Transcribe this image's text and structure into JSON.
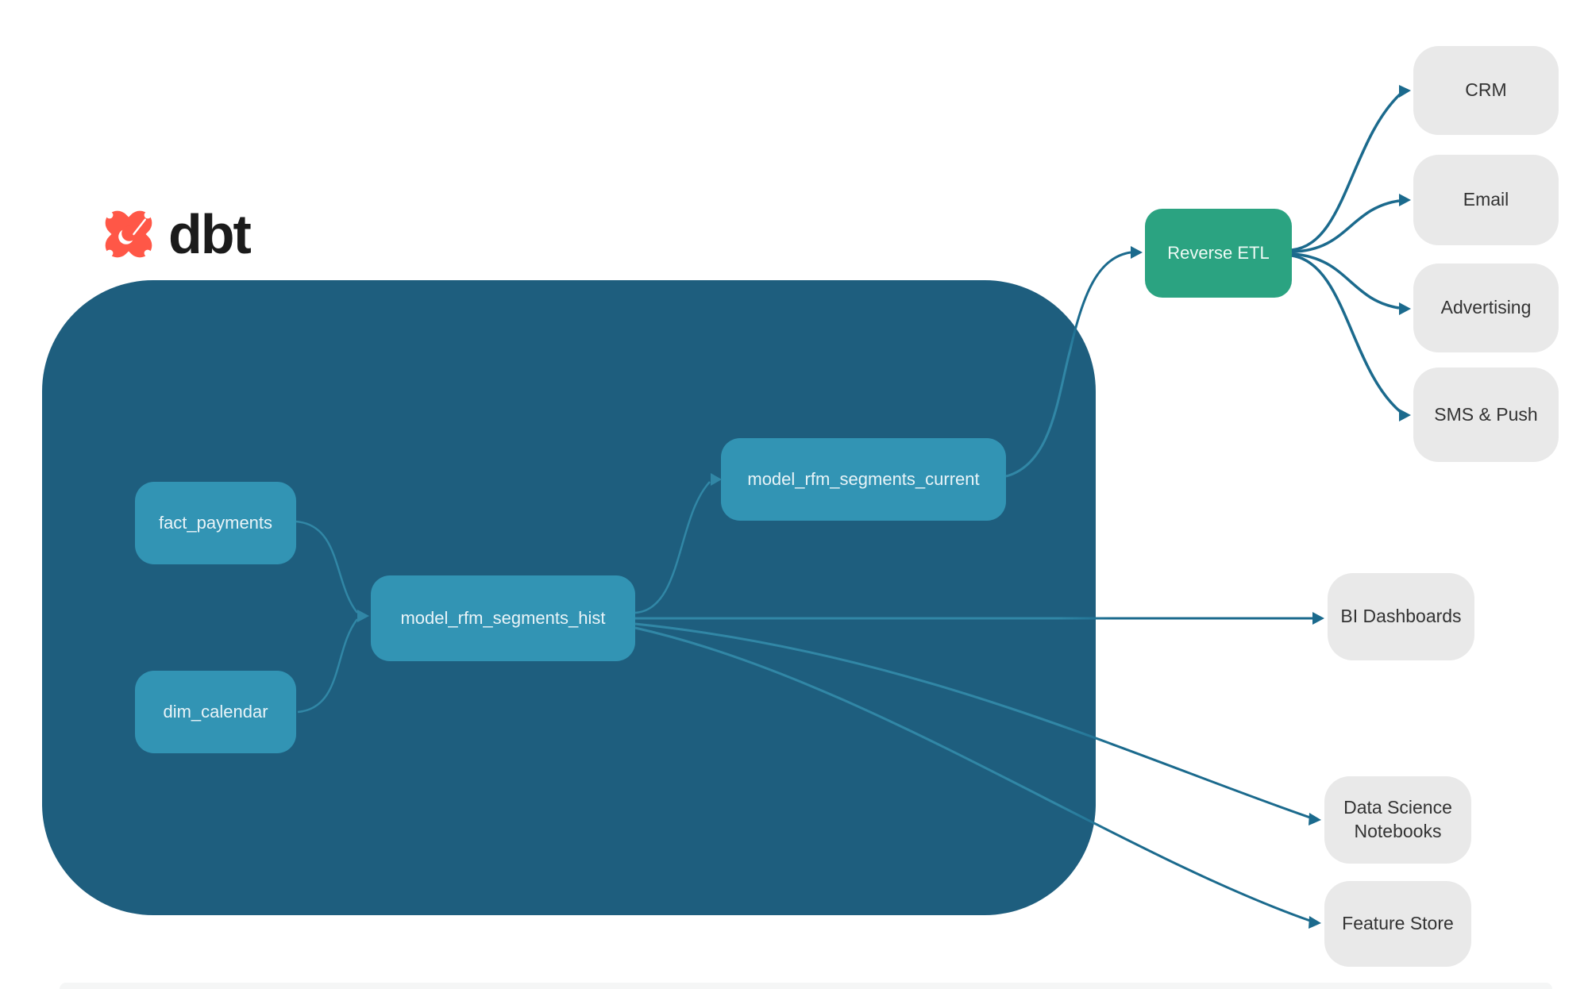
{
  "logo": {
    "brand": "dbt"
  },
  "colors": {
    "container": "#1e5e7e",
    "model_node": "#3294b4",
    "model_node_text": "#e9f4f8",
    "reverse_etl_green": "#2ba381",
    "destination_gray": "#e9e9e9",
    "destination_text": "#333333",
    "arrow_outside": "#1b6a8d",
    "arrow_inside": "#3187a6",
    "logo_orange": "#ff5747",
    "logo_wordmark": "#1b1b1b"
  },
  "diagram": {
    "nodes": [
      {
        "id": "fact_payments",
        "label": "fact_payments",
        "kind": "source"
      },
      {
        "id": "dim_calendar",
        "label": "dim_calendar",
        "kind": "source"
      },
      {
        "id": "model_rfm_segments_hist",
        "label": "model_rfm_segments_hist",
        "kind": "model"
      },
      {
        "id": "model_rfm_segments_current",
        "label": "model_rfm_segments_current",
        "kind": "model"
      },
      {
        "id": "reverse_etl",
        "label": "Reverse ETL",
        "kind": "tool"
      },
      {
        "id": "crm",
        "label": "CRM",
        "kind": "destination"
      },
      {
        "id": "email",
        "label": "Email",
        "kind": "destination"
      },
      {
        "id": "advertising",
        "label": "Advertising",
        "kind": "destination"
      },
      {
        "id": "sms_push",
        "label": "SMS & Push",
        "kind": "destination"
      },
      {
        "id": "bi_dashboards",
        "label": "BI Dashboards",
        "kind": "destination"
      },
      {
        "id": "data_science_notebooks",
        "label": "Data Science Notebooks",
        "kind": "destination"
      },
      {
        "id": "feature_store",
        "label": "Feature Store",
        "kind": "destination"
      }
    ],
    "edges": [
      {
        "from": "fact_payments",
        "to": "model_rfm_segments_hist"
      },
      {
        "from": "dim_calendar",
        "to": "model_rfm_segments_hist"
      },
      {
        "from": "model_rfm_segments_hist",
        "to": "model_rfm_segments_current"
      },
      {
        "from": "model_rfm_segments_current",
        "to": "reverse_etl"
      },
      {
        "from": "reverse_etl",
        "to": "crm"
      },
      {
        "from": "reverse_etl",
        "to": "email"
      },
      {
        "from": "reverse_etl",
        "to": "advertising"
      },
      {
        "from": "reverse_etl",
        "to": "sms_push"
      },
      {
        "from": "model_rfm_segments_hist",
        "to": "bi_dashboards"
      },
      {
        "from": "model_rfm_segments_hist",
        "to": "data_science_notebooks"
      },
      {
        "from": "model_rfm_segments_hist",
        "to": "feature_store"
      }
    ]
  }
}
